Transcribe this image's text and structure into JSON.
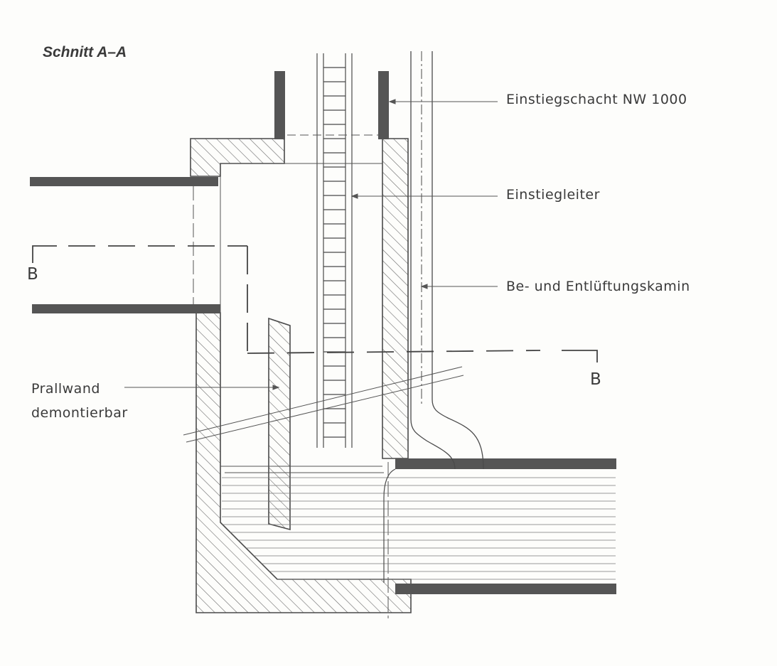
{
  "title": "Schnitt A–A",
  "labels": {
    "einstiegschacht": "Einstiegschacht  NW 1000",
    "einstiegleiter": "Einstiegleiter",
    "kamin": "Be- und Entlüftungskamin",
    "prallwand_line1": "Prallwand",
    "prallwand_line2": "demontierbar",
    "section_left": "B",
    "section_right": "B"
  },
  "colors": {
    "ink": "#3a3a3a",
    "wall_fill": "#555555",
    "paper": "#fdfdfb"
  }
}
